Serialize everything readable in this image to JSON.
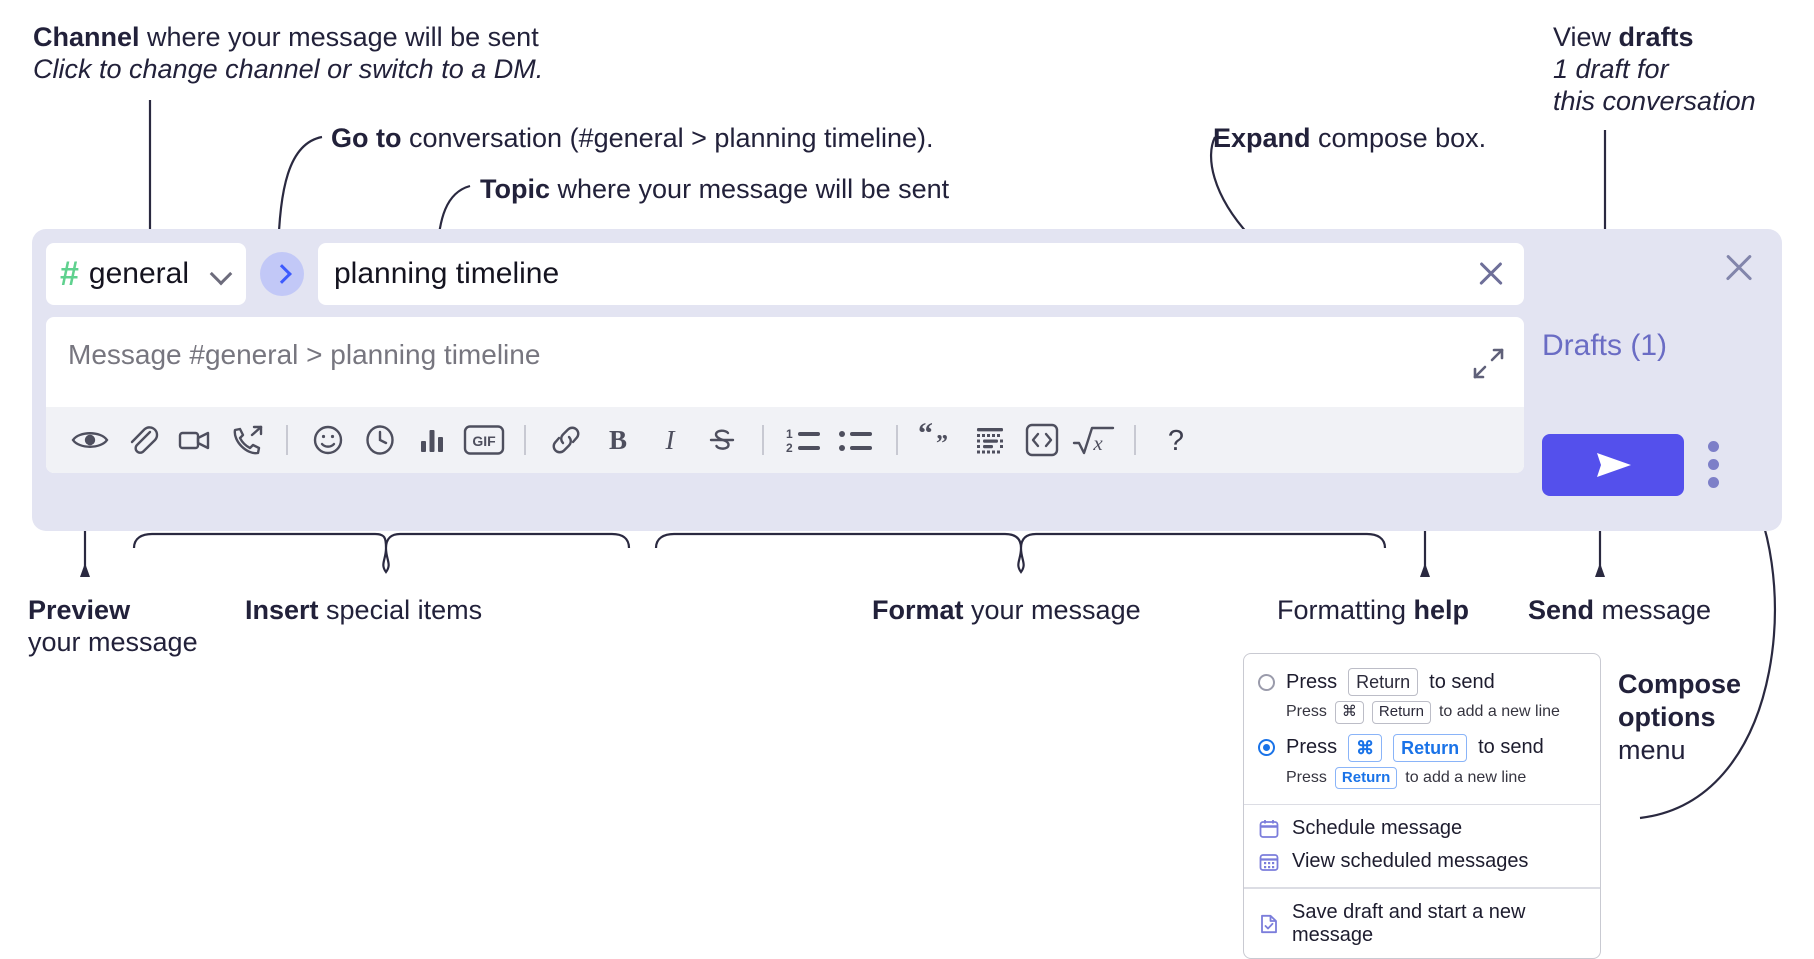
{
  "annotations": {
    "channel": {
      "bold": "Channel",
      "rest": " where your message will be sent",
      "sub": "Click to change channel or switch to a DM."
    },
    "goto": {
      "bold": "Go to",
      "rest": " conversation (#general > planning timeline)."
    },
    "topic": {
      "bold": "Topic",
      "rest": " where your message will be sent"
    },
    "expand": {
      "bold": "Expand",
      "rest": " compose box."
    },
    "drafts": {
      "pre": "View ",
      "bold": "drafts",
      "sub1": "1 draft for",
      "sub2": "this conversation"
    },
    "preview": {
      "bold": "Preview",
      "sub": "your message"
    },
    "insert": {
      "bold": "Insert",
      "rest": " special items"
    },
    "format": {
      "bold": "Format",
      "rest": " your message"
    },
    "help": {
      "pre": "Formatting ",
      "bold": "help"
    },
    "send": {
      "bold": "Send",
      "rest": " message"
    },
    "compose_options": {
      "bold1": "Compose",
      "bold2": "options",
      "rest": "menu"
    }
  },
  "compose": {
    "channel": {
      "hash": "#",
      "name": "general",
      "chevron_icon": "chevron-down-icon"
    },
    "goto_button": {
      "icon": "chevron-right-icon"
    },
    "topic": {
      "value": "planning timeline",
      "clear_icon": "close-icon"
    },
    "message": {
      "placeholder": "Message #general > planning timeline",
      "value": "",
      "expand_icon": "expand-icon"
    },
    "close_icon": "close-icon",
    "drafts_label": "Drafts (1)",
    "send_button": {
      "icon": "send-icon",
      "color": "#5450ec"
    },
    "overflow_icon": "kebab-menu-icon",
    "toolbar": [
      {
        "name": "preview-icon",
        "label": "Preview"
      },
      {
        "name": "attachment-icon",
        "label": "Attach file"
      },
      {
        "name": "video-icon",
        "label": "Video clip"
      },
      {
        "name": "audio-call-icon",
        "label": "Audio clip"
      },
      {
        "name": "separator",
        "label": ""
      },
      {
        "name": "emoji-icon",
        "label": "Emoji"
      },
      {
        "name": "clock-icon",
        "label": "Reminder"
      },
      {
        "name": "poll-icon",
        "label": "Poll"
      },
      {
        "name": "gif-icon",
        "label": "GIF"
      },
      {
        "name": "separator",
        "label": ""
      },
      {
        "name": "link-icon",
        "label": "Link"
      },
      {
        "name": "bold-icon",
        "label": "B"
      },
      {
        "name": "italic-icon",
        "label": "I"
      },
      {
        "name": "strikethrough-icon",
        "label": "S"
      },
      {
        "name": "separator",
        "label": ""
      },
      {
        "name": "ordered-list-icon",
        "label": "Ordered list"
      },
      {
        "name": "bulleted-list-icon",
        "label": "Bulleted list"
      },
      {
        "name": "separator",
        "label": ""
      },
      {
        "name": "blockquote-icon",
        "label": "Blockquote"
      },
      {
        "name": "code-block-icon",
        "label": "Code block"
      },
      {
        "name": "inline-code-icon",
        "label": "Code"
      },
      {
        "name": "math-icon",
        "label": "Math"
      },
      {
        "name": "separator",
        "label": ""
      },
      {
        "name": "help-icon",
        "label": "?"
      }
    ]
  },
  "popup": {
    "option1": {
      "selected": false,
      "pre": "Press",
      "key1": "Return",
      "post": "to send",
      "sub_pre": "Press",
      "sub_key1": "⌘",
      "sub_key2": "Return",
      "sub_post": "to add a new line"
    },
    "option2": {
      "selected": true,
      "pre": "Press",
      "key1": "⌘",
      "key2": "Return",
      "post": "to send",
      "sub_pre": "Press",
      "sub_key1": "Return",
      "sub_post": "to add a new line"
    },
    "items": [
      {
        "icon": "calendar-icon",
        "label": "Schedule message"
      },
      {
        "icon": "calendar-grid-icon",
        "label": "View scheduled messages"
      },
      {
        "icon": "save-draft-icon",
        "label": "Save draft and start a new message"
      }
    ]
  },
  "colors": {
    "compose_bg": "#e3e4f2",
    "accent_send": "#5450ec",
    "drafts_text": "#6a6cc4",
    "hash_green": "#5fd18e",
    "goto_blue": "#3d5afe",
    "radio_blue": "#1a73e8"
  }
}
